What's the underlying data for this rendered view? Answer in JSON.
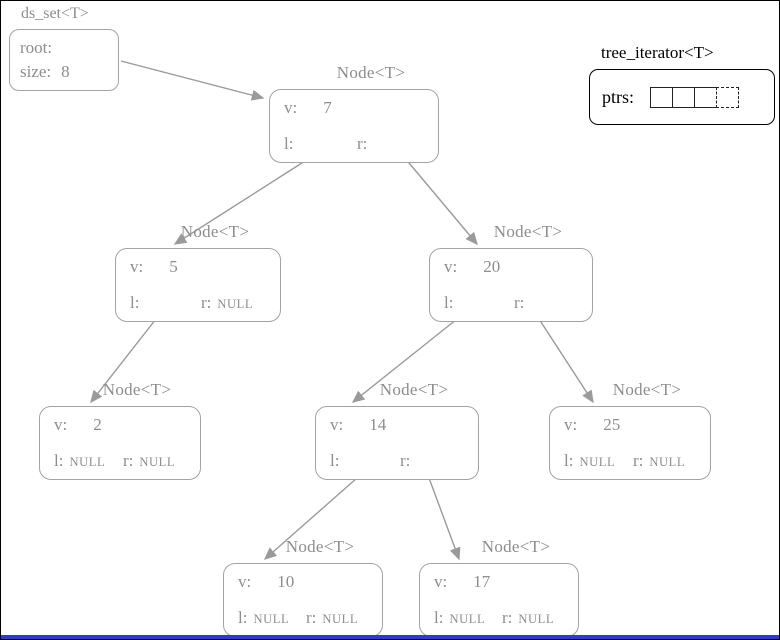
{
  "colors": {
    "diagram_gray": "#8d8d8d",
    "node_border_gray": "#a3a3a3",
    "iterator_black": "#000000",
    "bottom_bar_blue": "#2e3cc0"
  },
  "set_box": {
    "title": "ds_set<T>",
    "root_label": "root:",
    "size_label": "size:",
    "size_value": "8"
  },
  "iterator": {
    "title": "tree_iterator<T>",
    "ptrs_label": "ptrs:",
    "cell_count": 4
  },
  "nodes": [
    {
      "title": "Node<T>",
      "v_label": "v:",
      "v": "7",
      "l_label": "l:",
      "l": "",
      "r_label": "r:",
      "r": ""
    },
    {
      "title": "Node<T>",
      "v_label": "v:",
      "v": "5",
      "l_label": "l:",
      "l": "",
      "r_label": "r:",
      "r": "NULL"
    },
    {
      "title": "Node<T>",
      "v_label": "v:",
      "v": "20",
      "l_label": "l:",
      "l": "",
      "r_label": "r:",
      "r": ""
    },
    {
      "title": "Node<T>",
      "v_label": "v:",
      "v": "2",
      "l_label": "l:",
      "l": "NULL",
      "r_label": "r:",
      "r": "NULL"
    },
    {
      "title": "Node<T>",
      "v_label": "v:",
      "v": "14",
      "l_label": "l:",
      "l": "",
      "r_label": "r:",
      "r": ""
    },
    {
      "title": "Node<T>",
      "v_label": "v:",
      "v": "25",
      "l_label": "l:",
      "l": "NULL",
      "r_label": "r:",
      "r": "NULL"
    },
    {
      "title": "Node<T>",
      "v_label": "v:",
      "v": "10",
      "l_label": "l:",
      "l": "NULL",
      "r_label": "r:",
      "r": "NULL"
    },
    {
      "title": "Node<T>",
      "v_label": "v:",
      "v": "17",
      "l_label": "l:",
      "l": "NULL",
      "r_label": "r:",
      "r": "NULL"
    }
  ]
}
